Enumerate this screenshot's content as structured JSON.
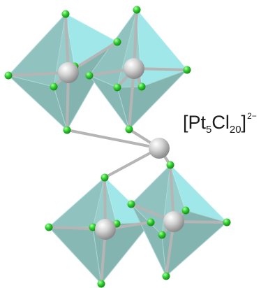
{
  "formula": {
    "open": "[Pt",
    "pt_count": "5",
    "element": "Cl",
    "cl_count": "20",
    "close": "]",
    "charge": "2−"
  },
  "colors": {
    "octahedron_face": "#7fc7c4",
    "octahedron_face_light": "#8fe3e6",
    "bond": "#b9b9b9",
    "platinum": "#c8c8c8",
    "chlorine": "#2fd12f",
    "text": "#1a1a1a"
  }
}
